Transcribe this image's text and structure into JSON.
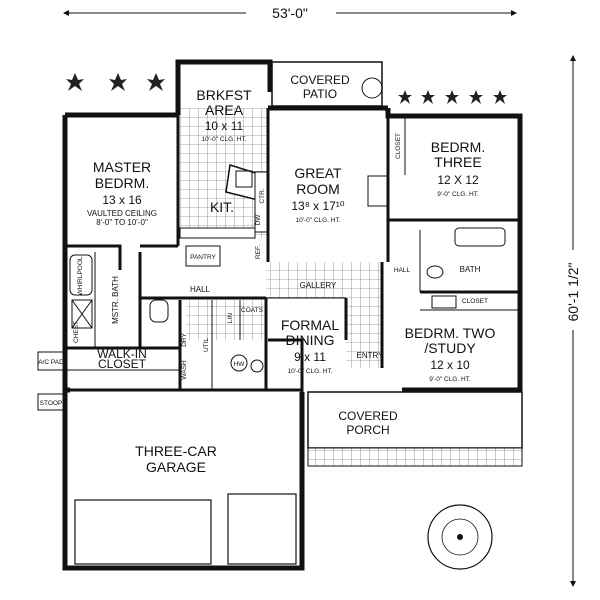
{
  "dimensions": {
    "width": "53'-0\"",
    "depth": "60'-1 1/2\""
  },
  "rooms": {
    "master": {
      "name_1": "MASTER",
      "name_2": "BEDRM.",
      "size": "13 x 16",
      "note_1": "VAULTED CEILING",
      "note_2": "8'-0\" TO 10'-0\""
    },
    "breakfast": {
      "name_1": "BRKFST",
      "name_2": "AREA",
      "size": "10 x 11",
      "note": "10'-0\" CLG. HT."
    },
    "kitchen": {
      "name": "KIT."
    },
    "great_room": {
      "name_1": "GREAT",
      "name_2": "ROOM",
      "size": "13⁸ x 17¹⁰",
      "note": "10'-0\" CLG. HT."
    },
    "patio": {
      "name_1": "COVERED",
      "name_2": "PATIO"
    },
    "bedroom3": {
      "name_1": "BEDRM.",
      "name_2": "THREE",
      "size": "12 X 12",
      "note": "9'-0\" CLG. HT."
    },
    "bedroom2": {
      "name_1": "BEDRM. TWO",
      "name_2": "/STUDY",
      "size": "12 x 10",
      "note": "9'-0\" CLG. HT."
    },
    "formal_dining": {
      "name_1": "FORMAL",
      "name_2": "DINING",
      "size": "9 x 11",
      "note": "10'-0\" CLG. HT."
    },
    "garage": {
      "name_1": "THREE-CAR",
      "name_2": "GARAGE"
    },
    "porch": {
      "name_1": "COVERED",
      "name_2": "PORCH"
    },
    "walkin": {
      "name_1": "WALK-IN",
      "name_2": "CLOSET"
    },
    "mstr_bath": {
      "name": "MSTR. BATH"
    },
    "bath": {
      "name": "BATH"
    }
  },
  "small_labels": {
    "closet_br3": "CLOSET",
    "closet_br2": "CLOSET",
    "pantry": "PANTRY",
    "hall_left": "HALL",
    "hall_right": "HALL",
    "gallery": "GALLERY",
    "entry": "ENTRY",
    "coats": "COATS",
    "util": "UTIL",
    "lin": "LIN",
    "hw": "HW",
    "dw": "DW",
    "ref": "REF.",
    "whirlpool": "WHIRLPOOL",
    "chest": "CHEST",
    "washer": "WASH",
    "dryer": "DRY",
    "ac_pad": "A/C PAD",
    "stoop": "STOOP",
    "counter": "CTR."
  }
}
